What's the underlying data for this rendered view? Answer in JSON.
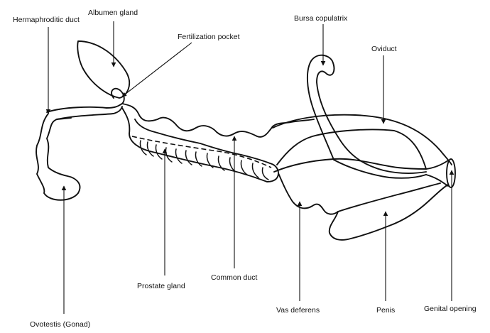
{
  "labels": {
    "hermaphroditic_duct": "Hermaphroditic duct",
    "albumen_gland": "Albumen gland",
    "fertilization_pocket": "Fertilization pocket",
    "bursa_copulatrix": "Bursa copulatrix",
    "oviduct": "Oviduct",
    "prostate_gland": "Prostate gland",
    "common_duct": "Common duct",
    "ovotestis": "Ovotestis (Gonad)",
    "vas_deferens": "Vas deferens",
    "penis": "Penis",
    "genital_opening": "Genital opening"
  },
  "colors": {
    "ink": "#111111",
    "background": "#ffffff"
  }
}
